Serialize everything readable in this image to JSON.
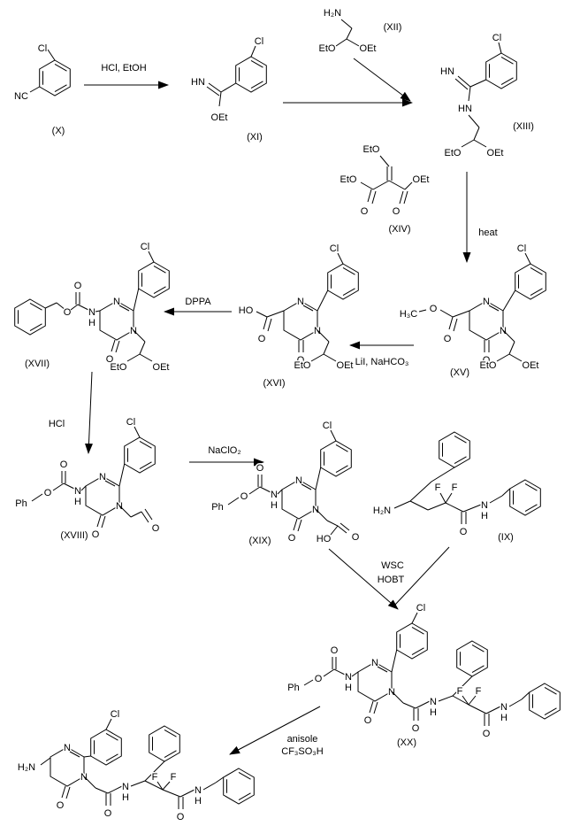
{
  "scheme": {
    "compound_labels": {
      "x": "(X)",
      "xi": "(XI)",
      "xii": "(XII)",
      "xiii": "(XIII)",
      "xiv": "(XIV)",
      "xv": "(XV)",
      "xvi": "(XVI)",
      "xvii": "(XVII)",
      "xviii": "(XVIII)",
      "xix": "(XIX)",
      "ix": "(IX)",
      "xx": "(XX)"
    },
    "reagents": {
      "hcl_etoh": "HCl, EtOH",
      "heat": "heat",
      "lii_nahco3": "LiI, NaHCO₃",
      "dppa": "DPPA",
      "hcl": "HCl",
      "naclo2": "NaClO₂",
      "wsc": "WSC",
      "hobt": "HOBT",
      "anisole": "anisole",
      "cf3so3h": "CF₃SO₃H"
    },
    "atoms": {
      "cl": "Cl",
      "nc": "NC",
      "hn": "HN",
      "n": "N",
      "h": "H",
      "o": "O",
      "oet": "OEt",
      "eto": "EtO",
      "ho": "HO",
      "h2n": "H₂N",
      "h3c": "H₃C",
      "f": "F",
      "ph": "Ph"
    }
  }
}
